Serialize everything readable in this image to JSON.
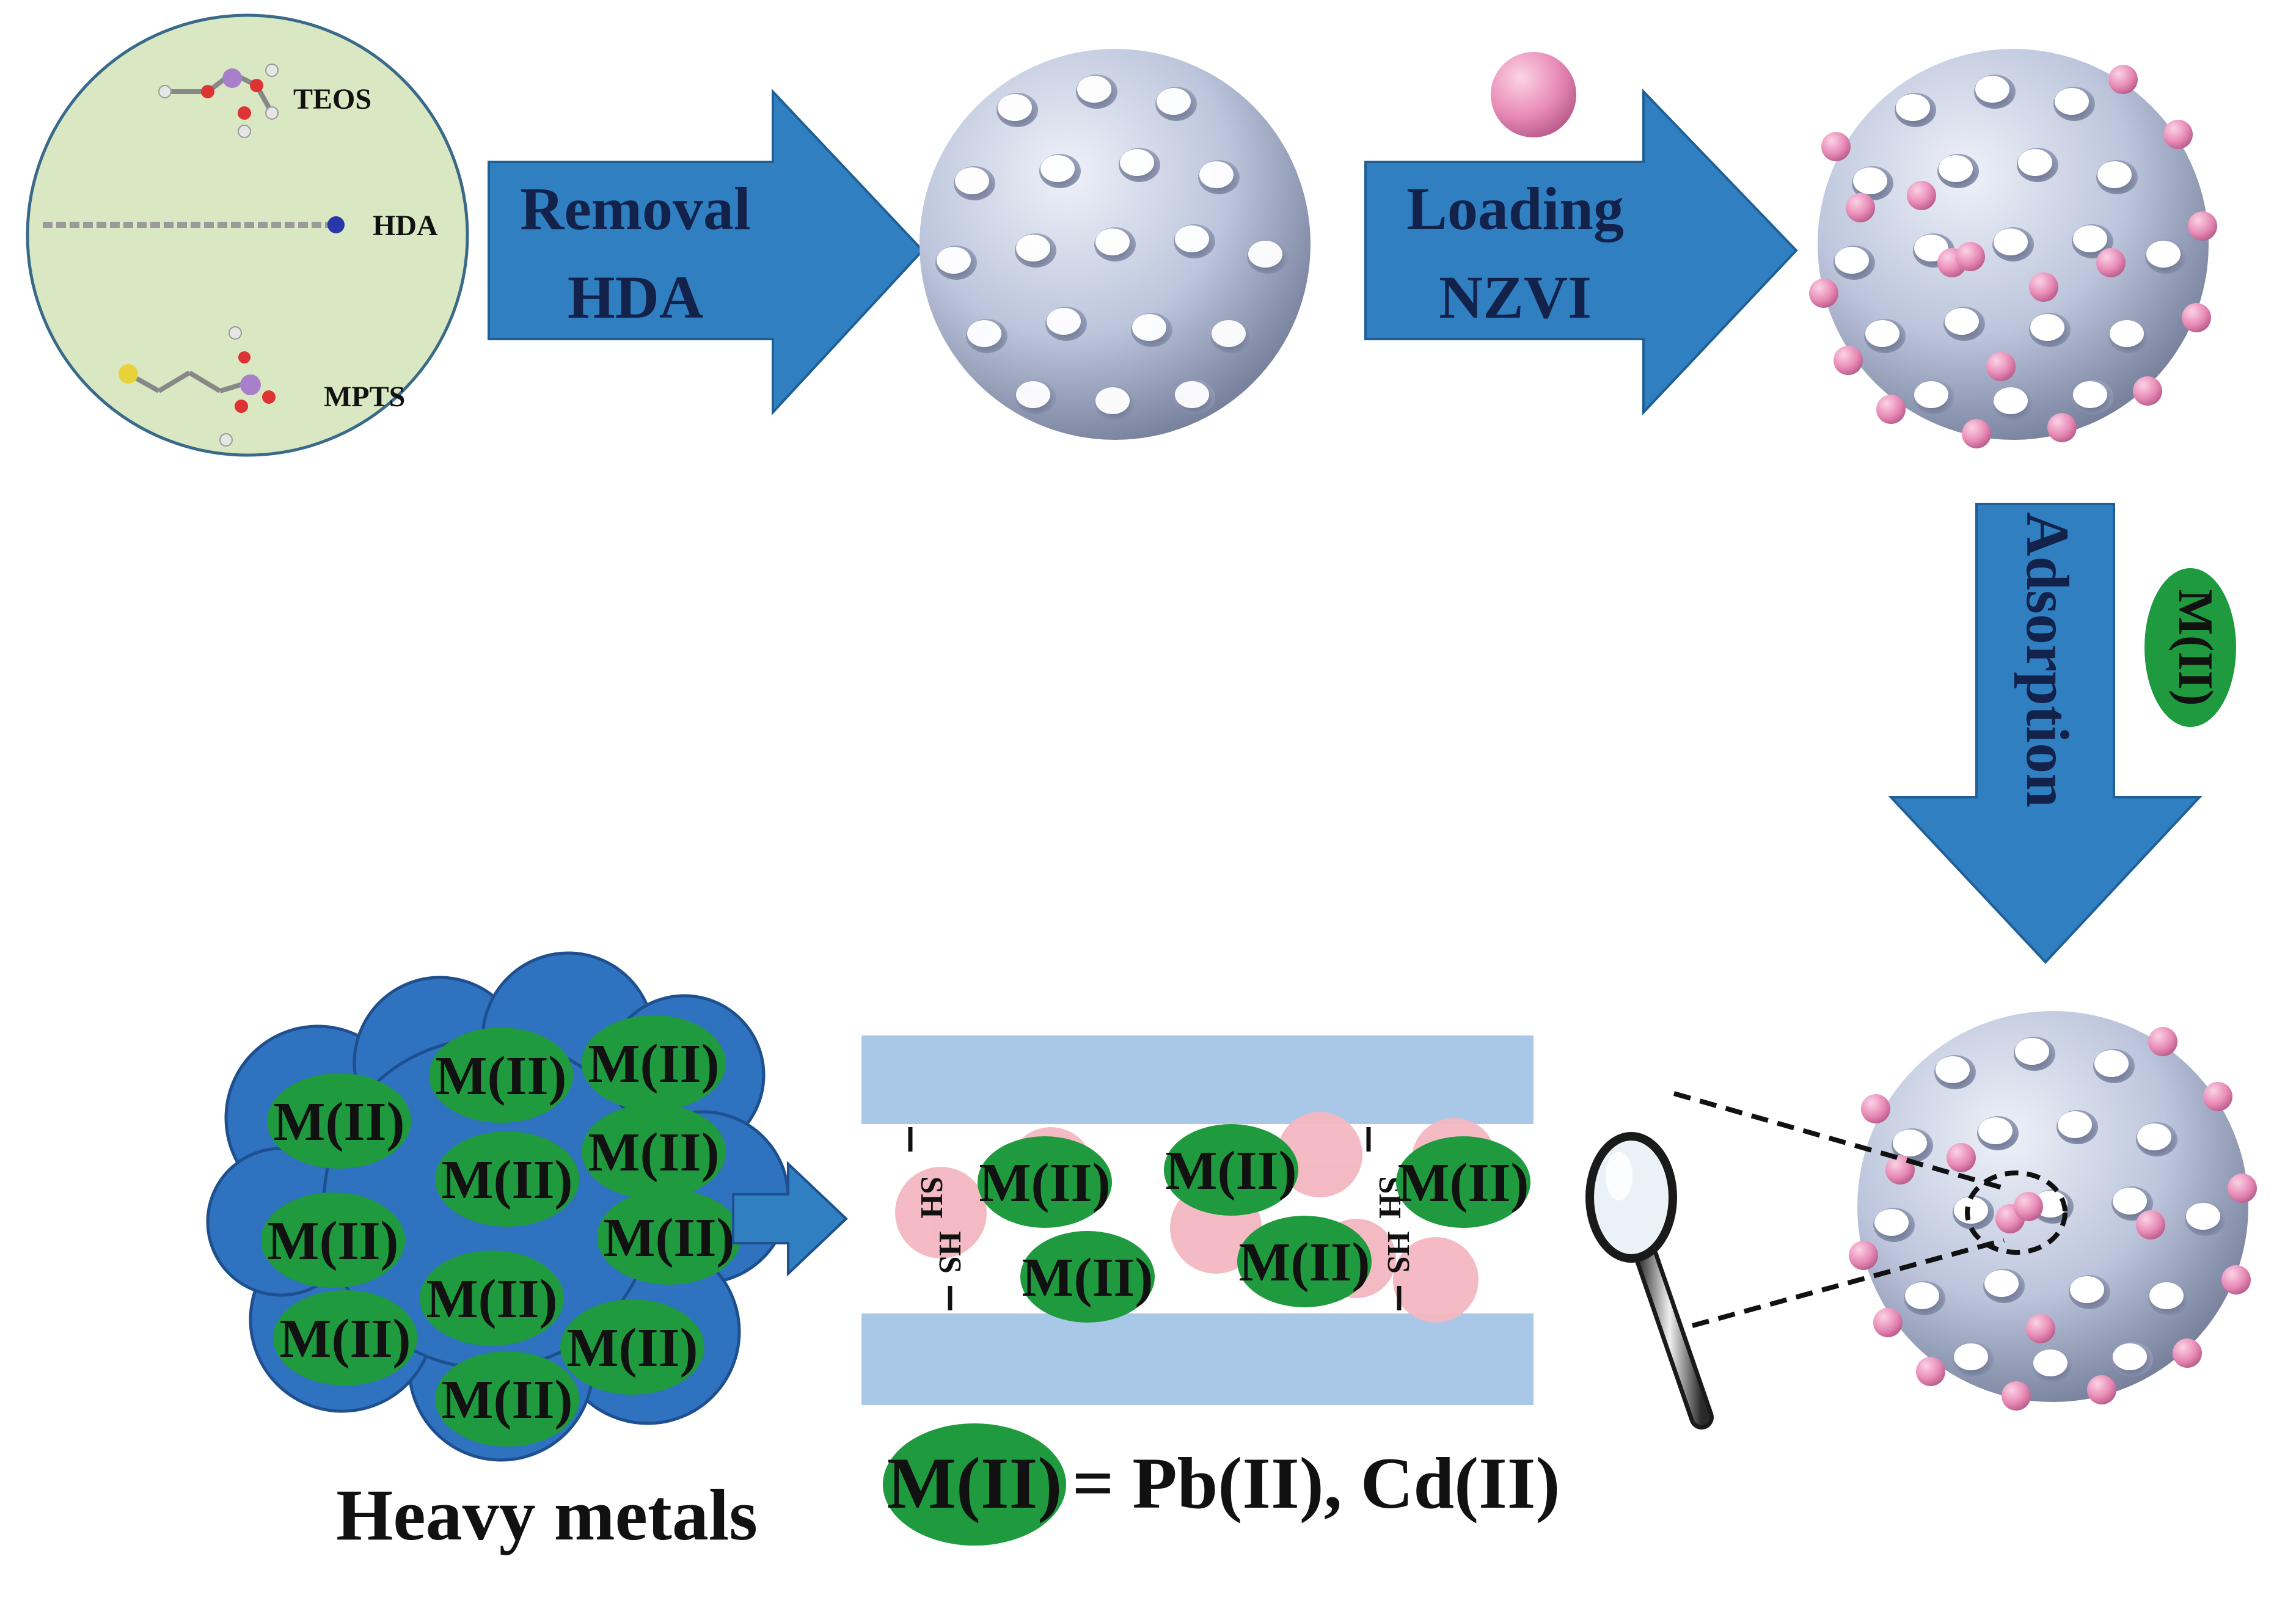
{
  "precursors": {
    "teos": "TEOS",
    "hda": "HDA",
    "mpts": "MPTS"
  },
  "steps": {
    "removal": {
      "line1": "Removal",
      "line2": "HDA"
    },
    "loading": {
      "line1": "Loading",
      "line2": "NZVI"
    },
    "adsorption": {
      "label": "Adsorption",
      "ion": "M(II)"
    }
  },
  "cloud": {
    "ion_label": "M(II)",
    "caption": "Heavy metals"
  },
  "pore": {
    "ion_label": "M(II)",
    "thiol": "SH",
    "thiol_flipped": "HS"
  },
  "legend": {
    "ion": "M(II)",
    "definition": "= Pb(II), Cd(II)"
  },
  "colors": {
    "arrow": "#2f7fc1",
    "sphere": "#b9c2da",
    "nzvi": "#e88bb6",
    "ion": "#1f9a3e",
    "cloud": "#2f72bf",
    "pore_wall": "#a9c8e8",
    "precursor_bg": "#d9e8c2"
  }
}
